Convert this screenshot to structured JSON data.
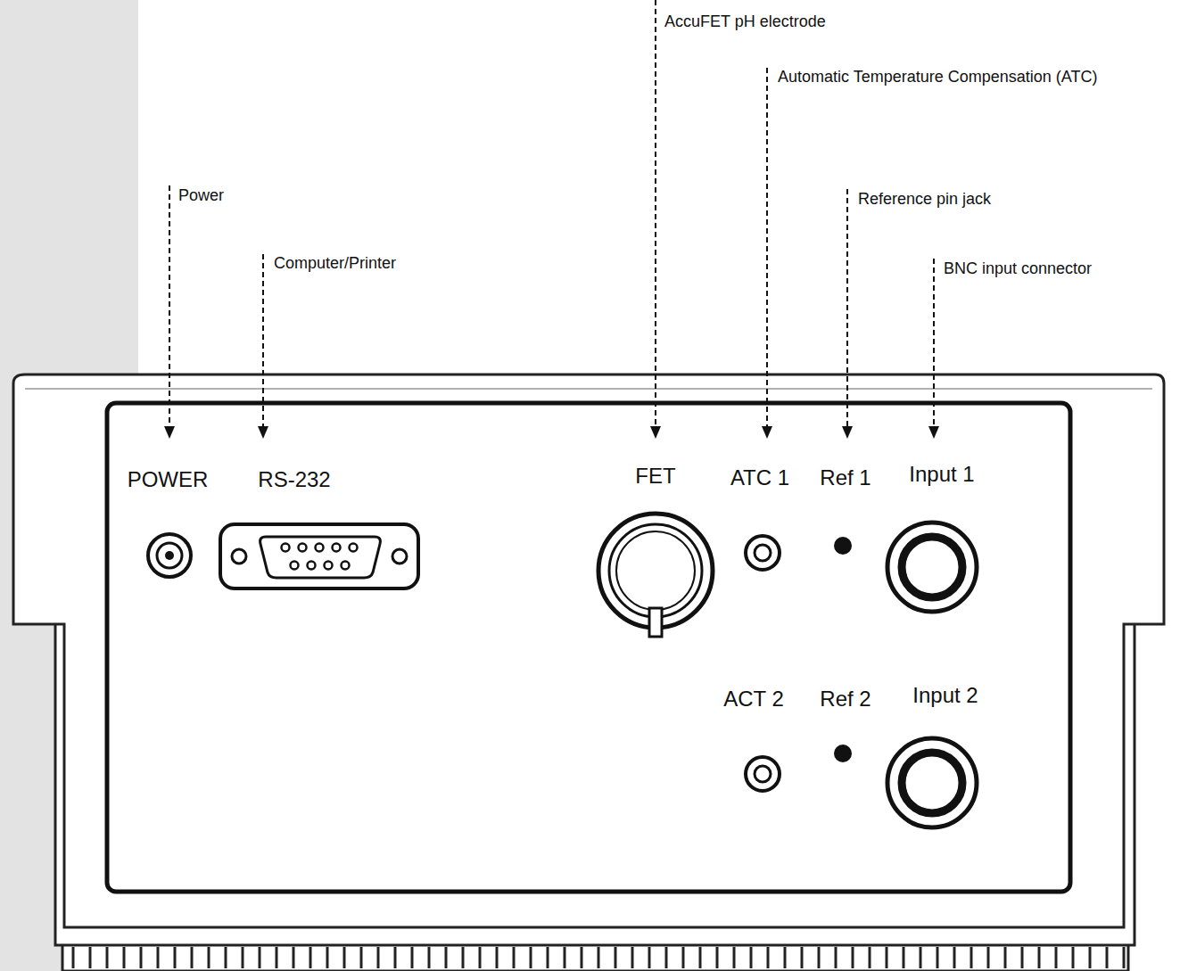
{
  "diagram": {
    "labels": [
      "AccuFET pH electrode",
      "Automatic Temperature Compensation (ATC)",
      "Power",
      "Reference pin jack",
      "Computer/Printer",
      "BNC input connector",
      "POWER",
      "RS-232",
      "FET",
      "ATC 1",
      "Ref 1",
      "Input 1",
      "ACT 2",
      "Ref 2",
      "Input 2"
    ]
  }
}
